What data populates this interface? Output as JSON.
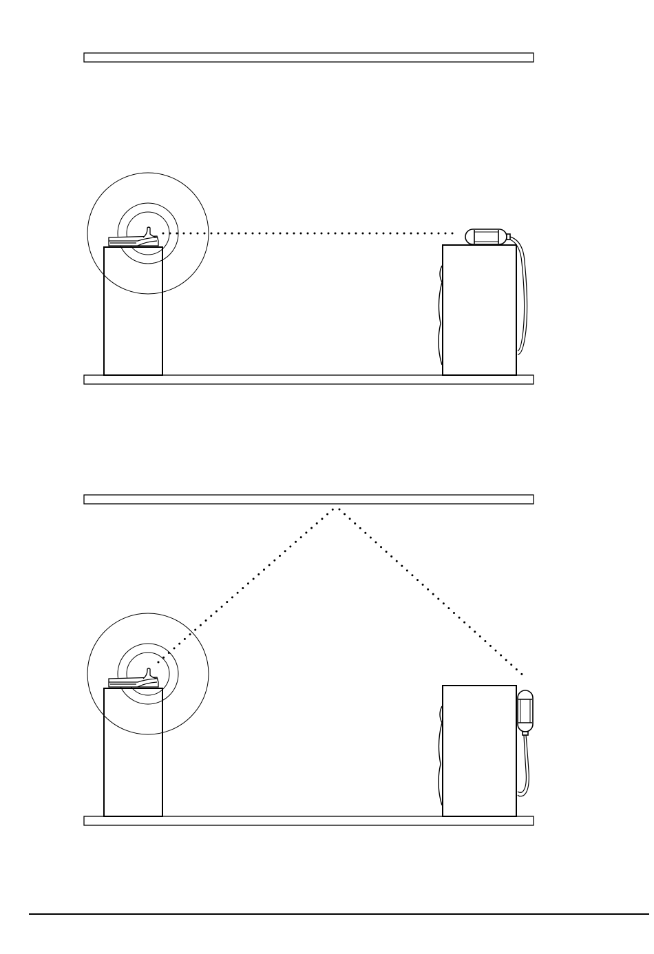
{
  "colors": {
    "line": "#000000",
    "background": "#ffffff"
  },
  "scenes": [
    {
      "name": "direct-line-of-sight",
      "signal_path": "direct",
      "transmitter": "speaker-with-antenna",
      "receiver": "sensor-on-cabinet-top",
      "rings": 3
    },
    {
      "name": "reflected-off-ceiling",
      "signal_path": "ceiling-bounce",
      "transmitter": "speaker-with-antenna",
      "receiver": "sensor-on-cabinet-side",
      "rings": 3
    }
  ]
}
